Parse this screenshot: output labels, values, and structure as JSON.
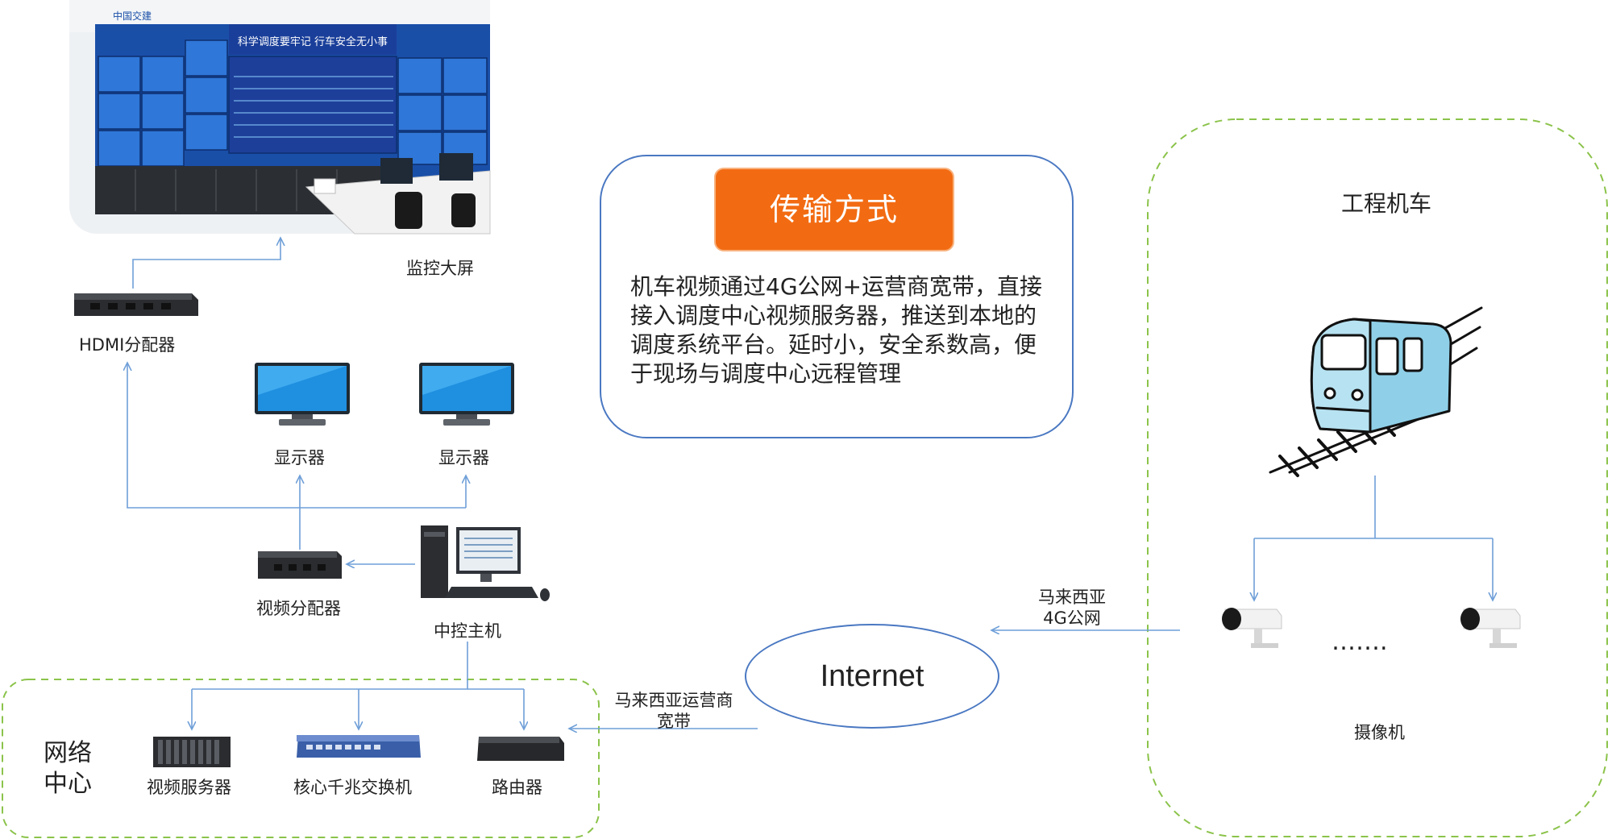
{
  "colors": {
    "accent_orange": "#f26b12",
    "border_blue": "#4a78c2",
    "zone_green": "#8bc34a",
    "arrow_blue": "#6f9fd8"
  },
  "transmission": {
    "title": "传输方式",
    "body": "机车视频通过4G公网+运营商宽带，直接接入调度中心视频服务器，推送到本地的调度系统平台。延时小，安全系数高，便于现场与调度中心远程管理"
  },
  "nodes": {
    "video_wall": "监控大屏",
    "hdmi_splitter": "HDMI分配器",
    "monitor_1": "显示器",
    "monitor_2": "显示器",
    "video_splitter": "视频分配器",
    "control_host": "中控主机",
    "video_server": "视频服务器",
    "core_switch": "核心千兆交换机",
    "router": "路由器",
    "internet": "Internet",
    "locomotive": "工程机车",
    "camera": "摄像机",
    "camera_ellipsis": "……."
  },
  "zones": {
    "network_center": "网络\n中心"
  },
  "links": {
    "broadband": "马来西亚运营商\n宽带",
    "mobile_4g": "马来西亚\n4G公网"
  },
  "wall": {
    "banner_main": "科学调度要牢记   行车安全无小事",
    "logo": "中国交建"
  },
  "icons": [
    "video-wall-photo",
    "hdmi-splitter-device",
    "monitor-icon",
    "video-splitter-device",
    "desktop-pc-icon",
    "video-server-rack",
    "network-switch-device",
    "router-device",
    "train-icon",
    "camera-icon"
  ]
}
